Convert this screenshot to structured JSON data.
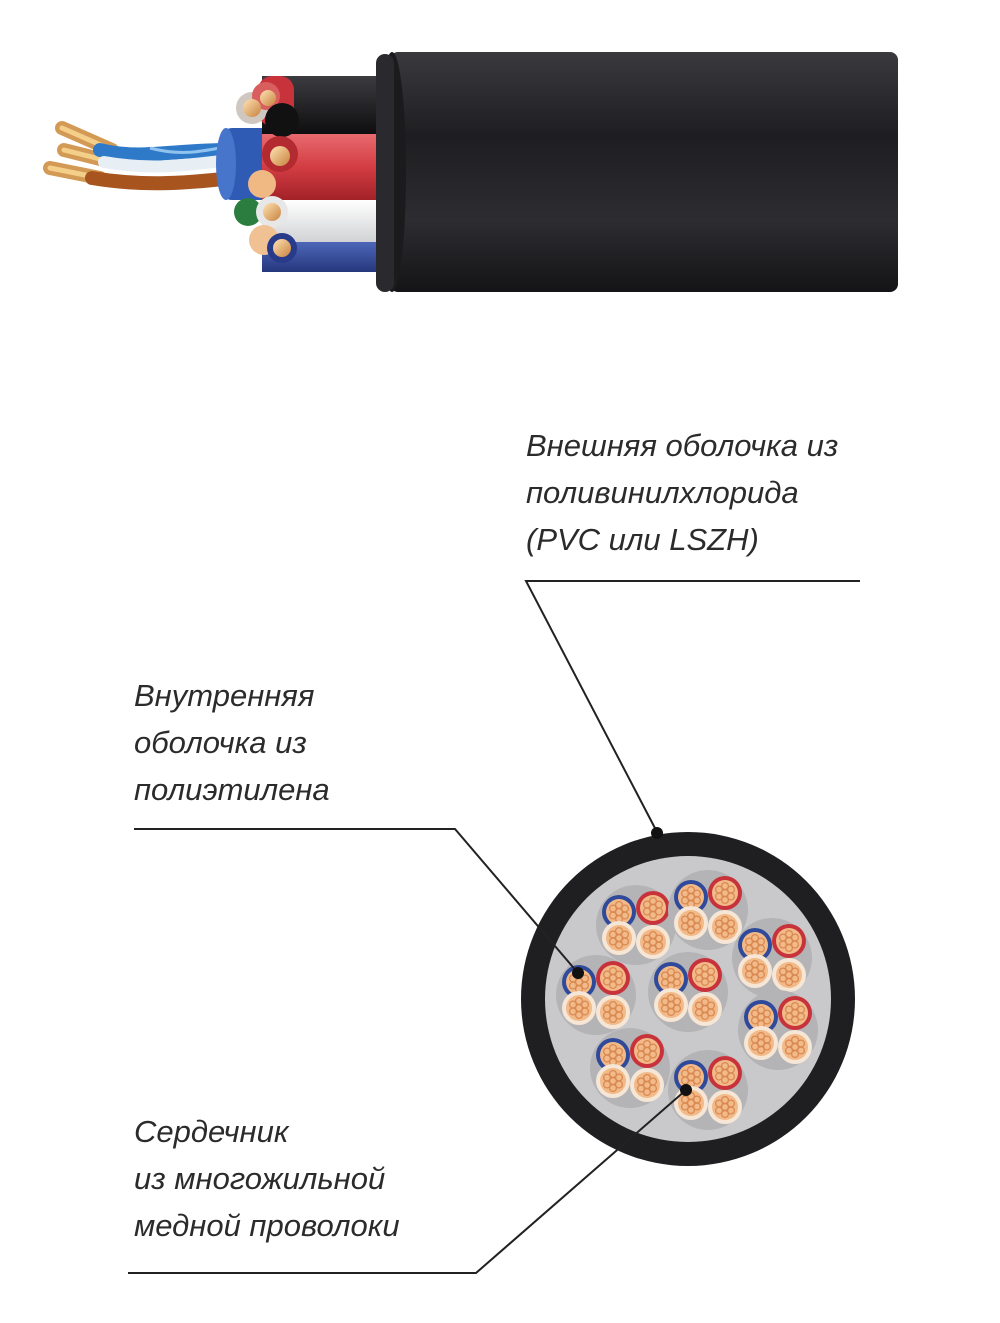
{
  "labels": {
    "outer_sheath": [
      "Внешняя оболочка из",
      "поливинилхлорида",
      "(PVC или LSZH)"
    ],
    "inner_sheath": [
      "Внутренняя",
      "оболочка из",
      "полиэтилена"
    ],
    "core": [
      "Сердечник",
      "из многожильной",
      "медной проволоки"
    ]
  },
  "colors": {
    "outer_jacket": "#232326",
    "inner_filler": "#c9c9cb",
    "copper": "#f2b989",
    "copper_dark": "#d98a52",
    "insulation_red": "#c8333b",
    "insulation_blue": "#2f4a9a",
    "insulation_white": "#f3f3f3",
    "leader_line": "#222222"
  }
}
